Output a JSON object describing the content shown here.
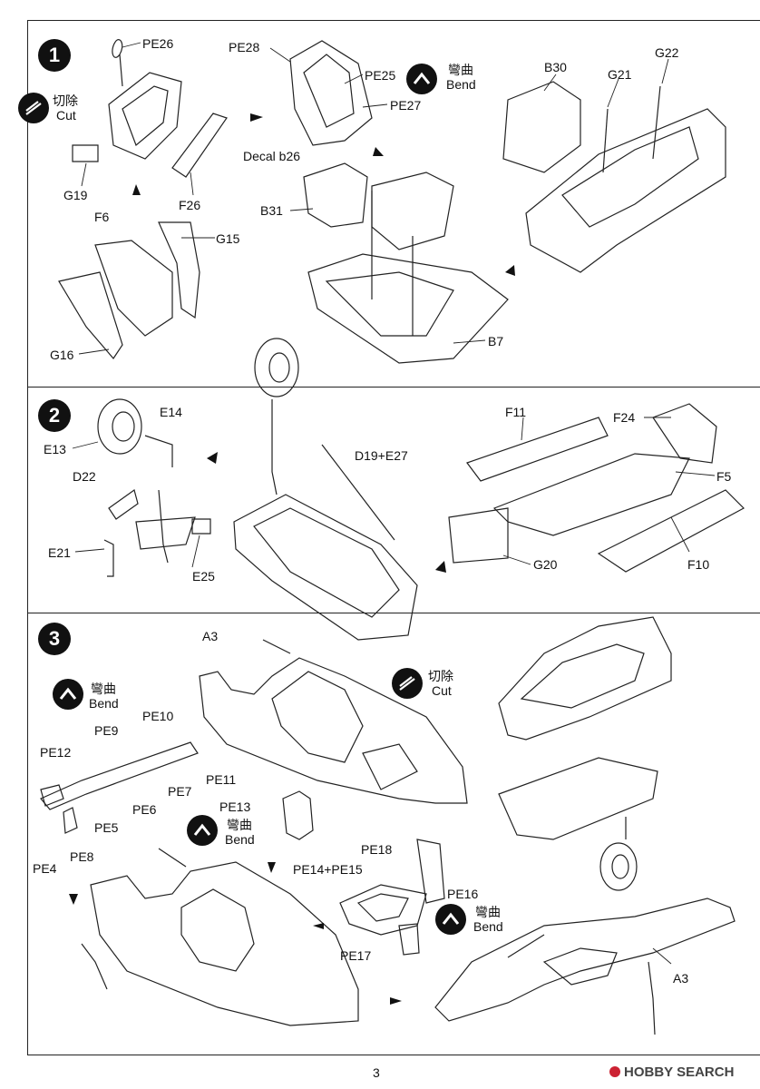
{
  "page": {
    "number": "3"
  },
  "watermark": {
    "text": "HOBBY SEARCH"
  },
  "steps": [
    {
      "number": "1"
    },
    {
      "number": "2"
    },
    {
      "number": "3"
    }
  ],
  "instructions": {
    "cut": {
      "cn": "切除",
      "en": "Cut"
    },
    "bend": {
      "cn": "彎曲",
      "en": "Bend"
    }
  },
  "parts": {
    "step1": [
      "PE26",
      "PE28",
      "PE25",
      "PE27",
      "B30",
      "G21",
      "G22",
      "G19",
      "F26",
      "Decal b26",
      "B31",
      "F6",
      "G15",
      "G16",
      "B7"
    ],
    "step2": [
      "E14",
      "E13",
      "D22",
      "E21",
      "E25",
      "D19+E27",
      "F11",
      "F24",
      "F5",
      "G20",
      "F10"
    ],
    "step3": [
      "A3",
      "PE10",
      "PE9",
      "PE12",
      "PE11",
      "PE7",
      "PE6",
      "PE5",
      "PE4",
      "PE8",
      "PE13",
      "PE18",
      "PE14+PE15",
      "PE16",
      "PE17",
      "A3"
    ]
  },
  "icons": {
    "cut_badge": "cut-icon",
    "bend_badge": "bend-icon",
    "step_arrow": "arrow-icon"
  }
}
